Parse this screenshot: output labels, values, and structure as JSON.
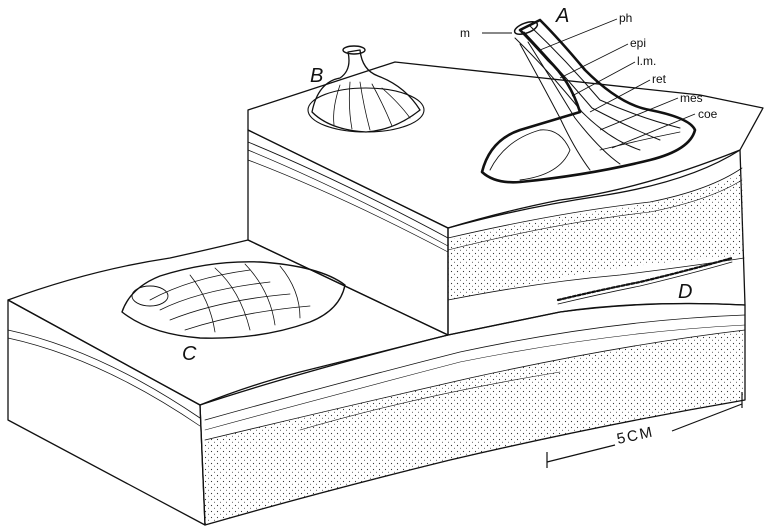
{
  "labels": {
    "A": "A",
    "B": "B",
    "C": "C",
    "D": "D",
    "m": "m",
    "ph": "ph",
    "epi": "epi",
    "lm": "l.m.",
    "ret": "ret",
    "mes": "mes",
    "coe": "coe"
  },
  "scale_bar": {
    "text": "5CM"
  }
}
